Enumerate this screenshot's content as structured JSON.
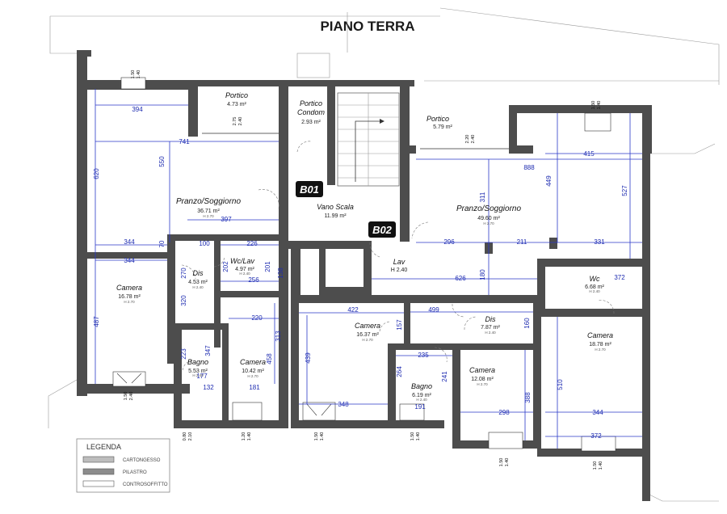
{
  "title": "PIANO TERRA",
  "unit_tags": [
    "B01",
    "B02"
  ],
  "rooms": [
    {
      "id": "portico-left",
      "name": "Portico",
      "area": "4.73 m²"
    },
    {
      "id": "portico-condom",
      "name": "Portico\nCondom",
      "area": "2.93 m²"
    },
    {
      "id": "portico-right",
      "name": "Portico",
      "area": "5.79 m²"
    },
    {
      "id": "pranzo-left",
      "name": "Pranzo/Soggiorno",
      "area": "36.71 m²",
      "h": "H 2.70"
    },
    {
      "id": "vano-scala",
      "name": "Vano Scala",
      "area": "11.99 m²"
    },
    {
      "id": "pranzo-right",
      "name": "Pranzo/Soggiorno",
      "area": "49.60 m²",
      "h": "H 2.70"
    },
    {
      "id": "camera-1",
      "name": "Camera",
      "area": "16.78 m²",
      "h": "H 2.70"
    },
    {
      "id": "dis-1",
      "name": "Dis",
      "area": "4.53 m²",
      "h": "H 2.40"
    },
    {
      "id": "wc-lav",
      "name": "Wc/Lav",
      "area": "4.97 m²",
      "h": "H 2.40"
    },
    {
      "id": "lav",
      "name": "Lav",
      "area": "H 2.40"
    },
    {
      "id": "wc",
      "name": "Wc",
      "area": "6.68 m²",
      "h": "H 2.40"
    },
    {
      "id": "camera-2",
      "name": "Camera",
      "area": "16.37 m²",
      "h": "H 2.70"
    },
    {
      "id": "dis-2",
      "name": "Dis",
      "area": "7.87 m²",
      "h": "H 2.40"
    },
    {
      "id": "camera-3",
      "name": "Camera",
      "area": "18.78 m²",
      "h": "H 2.70"
    },
    {
      "id": "bagno-1",
      "name": "Bagno",
      "area": "5.53 m²",
      "h": "H 2.40"
    },
    {
      "id": "camera-4",
      "name": "Camera",
      "area": "10.42 m²",
      "h": "H 2.70"
    },
    {
      "id": "bagno-2",
      "name": "Bagno",
      "area": "6.19 m²",
      "h": "H 2.40"
    },
    {
      "id": "camera-5",
      "name": "Camera",
      "area": "12.08 m²",
      "h": "H 2.70"
    }
  ],
  "dimensions": [
    "394",
    "741",
    "620",
    "550",
    "397",
    "344",
    "70",
    "344",
    "100",
    "226",
    "202",
    "201",
    "138",
    "256",
    "270",
    "320",
    "487",
    "220",
    "313",
    "458",
    "223",
    "347",
    "177",
    "132",
    "181",
    "422",
    "157",
    "499",
    "160",
    "439",
    "348",
    "235",
    "264",
    "241",
    "191",
    "298",
    "388",
    "372",
    "510",
    "344",
    "372",
    "415",
    "888",
    "449",
    "527",
    "311",
    "296",
    "211",
    "331",
    "626",
    "180",
    "1.50",
    "1.40",
    "2.75",
    "2.40",
    "2.20",
    "2.40",
    "0.80",
    "2.10",
    "1.20",
    "1.40",
    "1.50",
    "1.40",
    "1.50",
    "1.40",
    "1.50",
    "1.40",
    "1.50",
    "1.40",
    "1.50",
    "1.40",
    "1.50",
    "2.40"
  ],
  "legend": {
    "title": "LEGENDA",
    "items": [
      {
        "label": "CARTONGESSO",
        "fill": "#bdbdbd"
      },
      {
        "label": "PILASTRO",
        "fill": "#8c8c8c"
      },
      {
        "label": "CONTROSOFFITTO",
        "fill": "#ffffff"
      }
    ]
  },
  "colors": {
    "wall": "#4d4d4d",
    "dimension": "#1d2bb0",
    "tag": "#111111"
  }
}
